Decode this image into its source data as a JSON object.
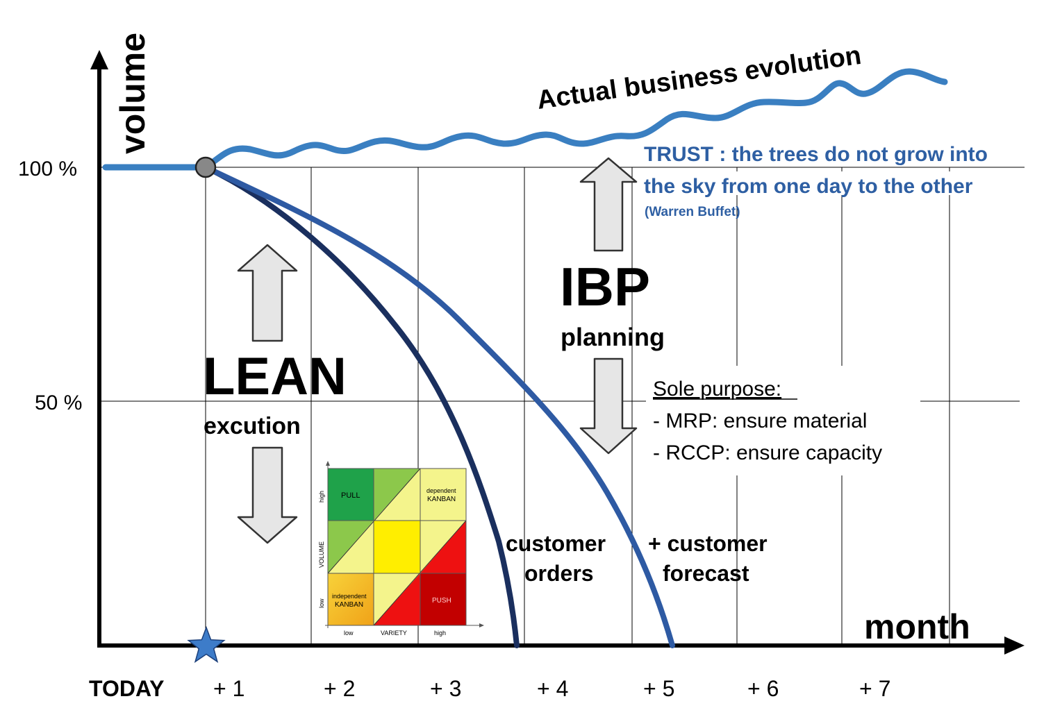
{
  "axes": {
    "y_title": "volume",
    "x_title": "month",
    "y_tick_100": "100 %",
    "y_tick_50": "50 %",
    "x_ticks": [
      "TODAY",
      "+ 1",
      "+ 2",
      "+ 3",
      "+ 4",
      "+ 5",
      "+ 6",
      "+ 7"
    ]
  },
  "curve_label": "Actual business evolution",
  "trust": {
    "line1": "TRUST : the trees do not grow into",
    "line2": "the sky from one day to the other",
    "attribution": "(Warren Buffet)"
  },
  "ibp": {
    "title": "IBP",
    "subtitle": "planning"
  },
  "lean": {
    "title": "LEAN",
    "subtitle": "excution"
  },
  "purpose": {
    "heading": "Sole purpose:",
    "item1": "- MRP: ensure material",
    "item2": "- RCCP: ensure capacity"
  },
  "orders_label": {
    "line1": "customer",
    "line2": "orders"
  },
  "forecast_label": {
    "line1": "+ customer",
    "line2": "forecast"
  },
  "matrix": {
    "pull": "PULL",
    "dependent_1": "dependent",
    "dependent_2": "KANBAN",
    "independent_1": "independent",
    "independent_2": "KANBAN",
    "push": "PUSH",
    "y_axis": "VOLUME",
    "y_high": "high",
    "y_low": "low",
    "x_axis": "VARIETY",
    "x_low": "low",
    "x_high": "high"
  },
  "colors": {
    "actual_curve": "#3a7fc1",
    "dark_curve": "#1a2f5e",
    "mid_curve": "#2e5aa3",
    "trust_text": "#2e5fa3",
    "arrow_fill": "#e6e6e6"
  }
}
